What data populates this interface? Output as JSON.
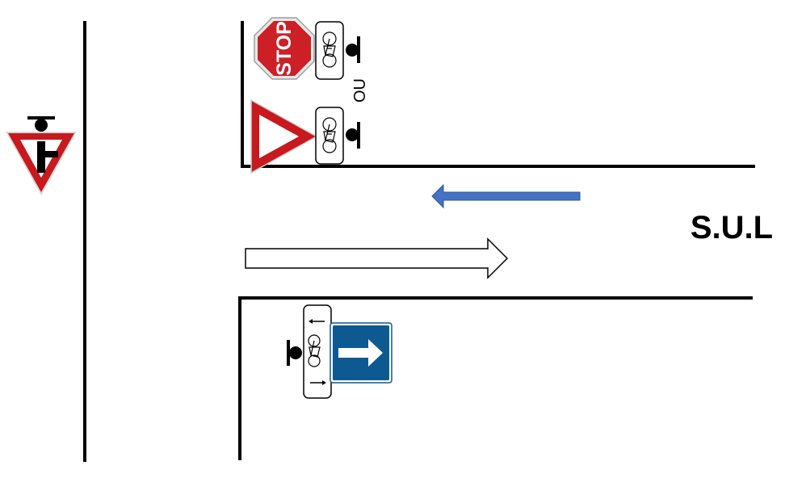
{
  "labels": {
    "stop": "STOP",
    "or": "OU",
    "zone": "S.U.L"
  },
  "colors": {
    "sign_red": "#c8191e",
    "stop_red": "#cc1f26",
    "arrow_blue": "#4472c4",
    "info_blue": "#0d5a92",
    "road_line": "#000000"
  },
  "icons": {
    "yield_priority_sign": "yield-with-priority-road-icon",
    "stop_sign": "stop-sign-icon",
    "yield_sign": "yield-sign-icon",
    "bicycle": "bicycle-icon",
    "one_way_sign": "one-way-sign-icon"
  }
}
